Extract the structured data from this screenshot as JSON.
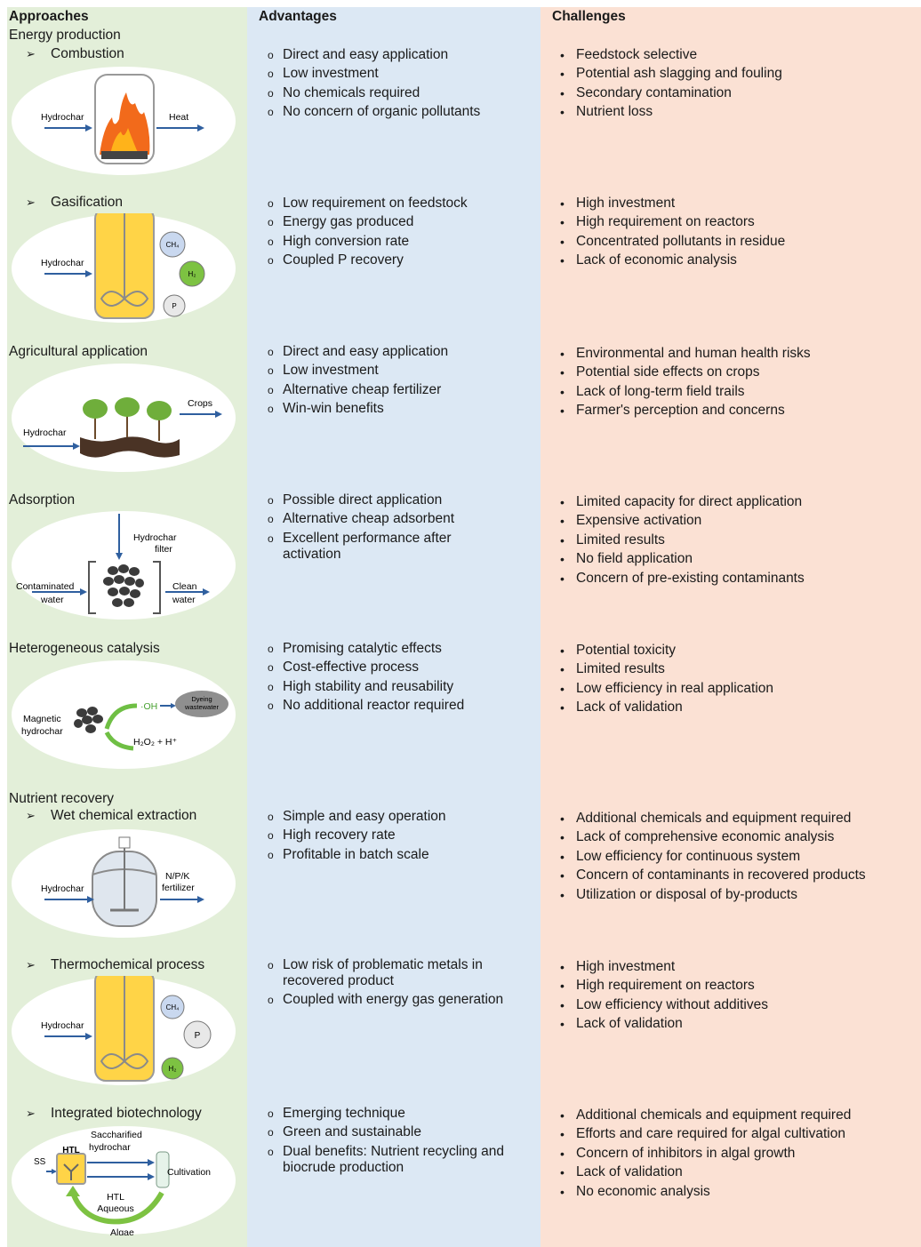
{
  "headers": {
    "approaches": "Approaches",
    "advantages": "Advantages",
    "challenges": "Challenges"
  },
  "approaches": {
    "energy_production": "Energy production",
    "combustion": "Combustion",
    "gasification": "Gasification",
    "agricultural": "Agricultural application",
    "adsorption": "Adsorption",
    "catalysis": "Heterogeneous catalysis",
    "nutrient_recovery": "Nutrient recovery",
    "wet_chemical": "Wet chemical extraction",
    "thermochemical": "Thermochemical process",
    "integrated": "Integrated biotechnology"
  },
  "sub_marker": "➢",
  "diagram_labels": {
    "hydrochar": "Hydrochar",
    "heat": "Heat",
    "ch4": "CH₄",
    "h2": "H₂",
    "p": "P",
    "crops": "Crops",
    "hydrochar_filter_1": "Hydrochar",
    "hydrochar_filter_2": "filter",
    "contaminated_1": "Contaminated",
    "contaminated_2": "water",
    "clean_1": "Clean",
    "clean_2": "water",
    "oh": "·OH",
    "dyeing_1": "Dyeing",
    "dyeing_2": "wastewater",
    "magnetic_1": "Magnetic",
    "magnetic_2": "hydrochar",
    "h2o2": "H₂O₂ + H⁺",
    "npk_1": "N/P/K",
    "npk_2": "fertilizer",
    "ss": "SS",
    "htl": "HTL",
    "saccharified_1": "Saccharified",
    "saccharified_2": "hydrochar",
    "cultivation": "Cultivation",
    "htl_aq_1": "HTL",
    "htl_aq_2": "Aqueous",
    "algae": "Algae"
  },
  "advantages": [
    [
      "Direct and easy application",
      "Low investment",
      "No chemicals required",
      "No concern of organic pollutants"
    ],
    [
      "Low requirement on feedstock",
      "Energy gas produced",
      "High conversion rate",
      "Coupled P recovery"
    ],
    [
      "Direct and easy application",
      "Low investment",
      "Alternative cheap fertilizer",
      "Win-win benefits"
    ],
    [
      "Possible direct application",
      "Alternative cheap adsorbent",
      "Excellent performance after activation"
    ],
    [
      "Promising catalytic effects",
      "Cost-effective process",
      "High stability and reusability",
      "No additional reactor required"
    ],
    [
      "Simple and easy operation",
      "High recovery rate",
      "Profitable in batch scale"
    ],
    [
      "Low risk of problematic metals in recovered product",
      "Coupled with energy gas generation"
    ],
    [
      "Emerging technique",
      "Green and sustainable",
      "Dual benefits: Nutrient recycling and biocrude production"
    ]
  ],
  "challenges": [
    [
      "Feedstock selective",
      "Potential ash slagging and fouling",
      "Secondary contamination",
      "Nutrient loss"
    ],
    [
      "High investment",
      "High requirement on reactors",
      "Concentrated pollutants in residue",
      "Lack of economic analysis"
    ],
    [
      "Environmental and human health risks",
      "Potential side effects on crops",
      "Lack of long-term field trails",
      "Farmer's perception and concerns"
    ],
    [
      "Limited capacity for direct application",
      "Expensive activation",
      "Limited results",
      "No field application",
      "Concern of pre-existing contaminants"
    ],
    [
      "Potential toxicity",
      "Limited results",
      "Low efficiency in real application",
      "Lack of validation"
    ],
    [
      "Additional chemicals and equipment required",
      "Lack of comprehensive economic analysis",
      "Low efficiency for continuous system",
      "Concern of contaminants in recovered products",
      "Utilization or disposal of by-products"
    ],
    [
      "High investment",
      "High requirement on reactors",
      "Low efficiency without additives",
      "Lack of validation"
    ],
    [
      "Additional chemicals and equipment required",
      "Efforts and care required for algal cultivation",
      "Concern of inhibitors in algal growth",
      "Lack of validation",
      "No economic analysis"
    ]
  ]
}
